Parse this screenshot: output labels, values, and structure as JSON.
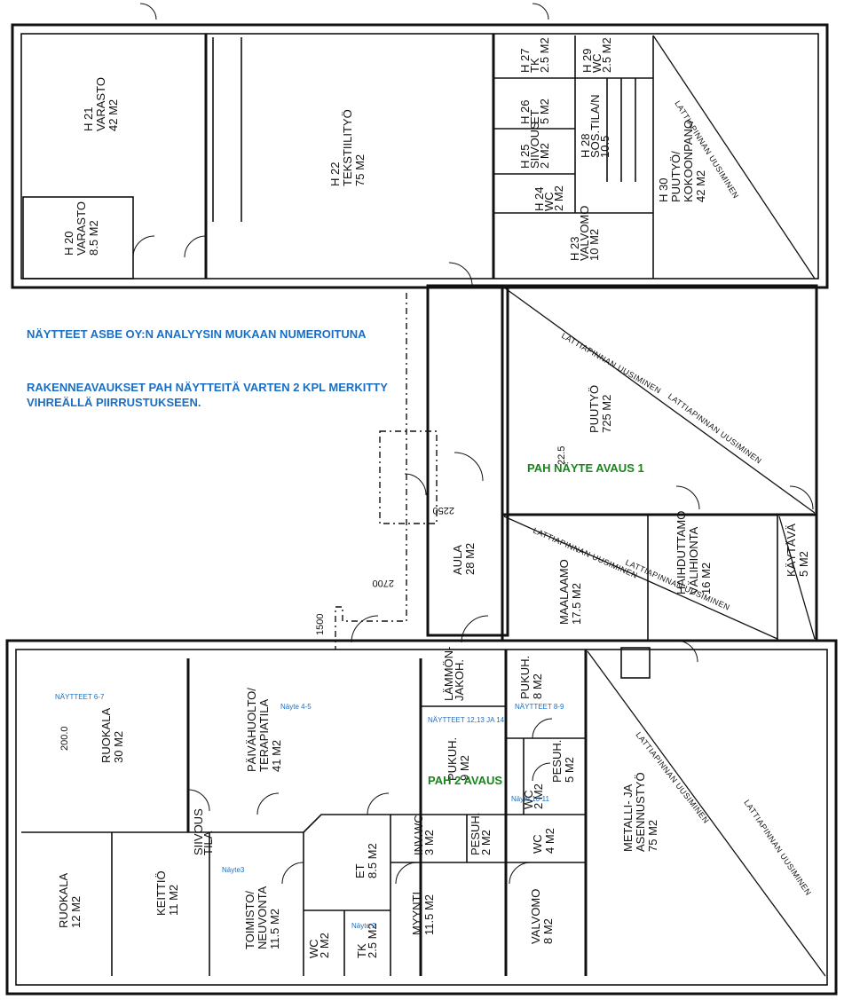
{
  "notes": {
    "line1": "NÄYTTEET ASBE OY:N ANALYYSIN MUKAAN NUMEROITUNA",
    "line2": "RAKENNEAVAUKSET PAH NÄYTTEITÄ VARTEN 2 KPL MERKITTY",
    "line3": "VIHREÄLLÄ PIIRRUSTUKSEEN."
  },
  "openings": {
    "one": "PAH NÄYTE AVAUS 1",
    "two": "PAH 2 AVAUS"
  },
  "samples": {
    "s67": "NÄYTTEET 6-7",
    "s45": "Näyte 4-5",
    "s121314": "NÄYTTEET 12,13 JA 14",
    "s89": "NÄYTTEET 8-9",
    "s1011": "Näyte 10-11",
    "s3": "Näyte3",
    "s2": "Näyte 2"
  },
  "rooms": {
    "h21": [
      "H 21",
      "VARASTO",
      "42 M2"
    ],
    "h20": [
      "H 20",
      "VARASTO",
      "8.5 M2"
    ],
    "h22": [
      "H 22",
      "TEKSTIILITYÖ",
      "75 M2"
    ],
    "h27": [
      "H 27",
      "TK",
      "2.5 M2"
    ],
    "h29": [
      "H 29",
      "WC",
      "2.5 M2"
    ],
    "h26": [
      "H 26",
      "ET",
      "5 M2"
    ],
    "h25": [
      "H 25",
      "SIIVOUS",
      "2 M2"
    ],
    "h28": [
      "H 28",
      "SOS.TILA/N",
      "10.5"
    ],
    "h24": [
      "H 24",
      "WC",
      "2 M2"
    ],
    "h23": [
      "H 23",
      "VALVOMO",
      "10 M2"
    ],
    "h30": [
      "H 30",
      "PUUTYÖ/",
      "KOKOONPANO",
      "42 M2"
    ],
    "puutyo": [
      "PUUTYÖ",
      "725 M2"
    ],
    "aula": [
      "AULA",
      "28 M2"
    ],
    "maalaamo": [
      "MAALAAMO",
      "17.5 M2"
    ],
    "haihdutus": [
      "HAIHDUTTAMO",
      "VÄLIHIONTA",
      "16 M2"
    ],
    "kaytava": [
      "KÄYTÄVÄ",
      "5 M2"
    ],
    "ruokala30": [
      "RUOKALA",
      "30 M2"
    ],
    "paivahuolto": [
      "PÄIVÄHUOLTO/",
      "TERAPIATILA",
      "41 M2"
    ],
    "lammonjakoh": [
      "LÄMMÖN-",
      "JAKOH."
    ],
    "pukuh8": [
      "PUKUH.",
      "8 M2"
    ],
    "pukuh9": [
      "PUKUH.",
      "9 M2"
    ],
    "pesuh5": [
      "PESUH.",
      "5 M2"
    ],
    "wc2a": [
      "WC",
      "2 M2"
    ],
    "pesuh2": [
      "PESUH.",
      "2 M2"
    ],
    "wc4": [
      "WC",
      "4 M2"
    ],
    "invwc": [
      "INV.WC",
      "3 M2"
    ],
    "metalli": [
      "METALLI- JA",
      "ASENNUSTYÖ",
      "75 M2"
    ],
    "ruokala12": [
      "RUOKALA",
      "12 M2"
    ],
    "keittio": [
      "KEITTIÖ",
      "11 M2"
    ],
    "toimisto": [
      "TOIMISTO/",
      "NEUVONTA",
      "11.5 M2"
    ],
    "et85": [
      "ET",
      "8.5 M2"
    ],
    "myynti": [
      "MYYNTI",
      "11.5 M2"
    ],
    "valvomo8": [
      "VALVOMO",
      "8 M2"
    ],
    "wc2b": [
      "WC",
      "2 M2"
    ],
    "tk25": [
      "TK",
      "2.5 M2"
    ],
    "siivous": [
      "SIIVOUS",
      "TILA"
    ]
  },
  "diagonal_label": "LATTIAPINNAN UUSIMINEN",
  "dimensions": {
    "d2250": "2250",
    "d2700": "2700",
    "d1500": "1500",
    "d2000": "200.0",
    "d25": "22.5"
  },
  "colors": {
    "note_blue": "#1a6fc4",
    "opening_green": "#17861a"
  }
}
